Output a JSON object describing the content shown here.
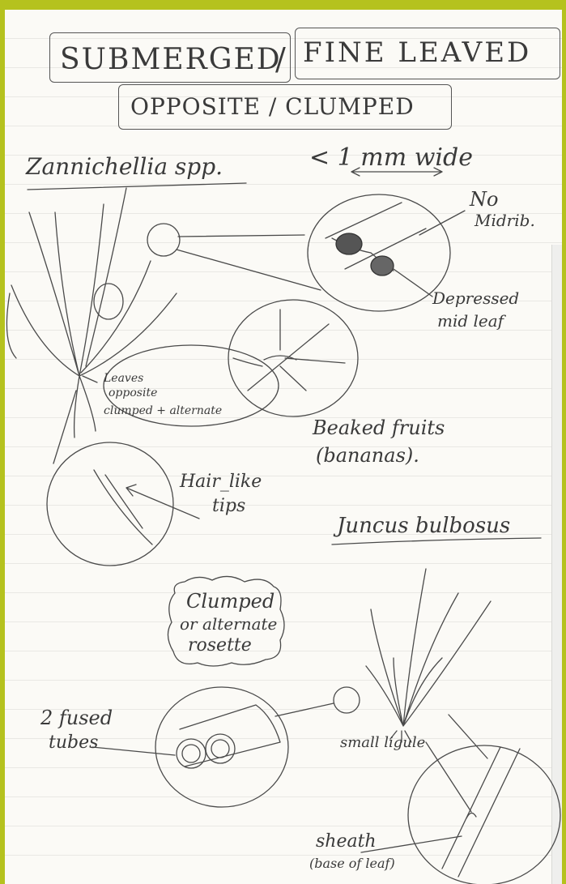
{
  "header": {
    "title_a": "SUBMERGED",
    "title_sep": "/",
    "title_b": "FINE LEAVED",
    "subtitle": "OPPOSITE / CLUMPED"
  },
  "section_zannichellia": {
    "species": "Zannichellia spp.",
    "width_note": "< 1 mm wide",
    "labels": {
      "no_midrib_1": "No",
      "no_midrib_2": "Midrib.",
      "depressed_1": "Depressed",
      "depressed_2": "mid leaf",
      "leaves_1": "Leaves",
      "leaves_2": "opposite",
      "leaves_3": "clumped + alternate",
      "beaked_1": "Beaked fruits",
      "beaked_2": "(bananas).",
      "hair_1": "Hair_like",
      "hair_2": "tips"
    }
  },
  "section_juncus": {
    "species": "Juncus bulbosus",
    "labels": {
      "clumped_1": "Clumped",
      "clumped_2": "or alternate",
      "clumped_3": "rosette",
      "tubes_1": "2 fused",
      "tubes_2": "tubes",
      "ligule": "small ligule",
      "sheath_1": "sheath",
      "sheath_2": "(base of leaf)"
    }
  }
}
